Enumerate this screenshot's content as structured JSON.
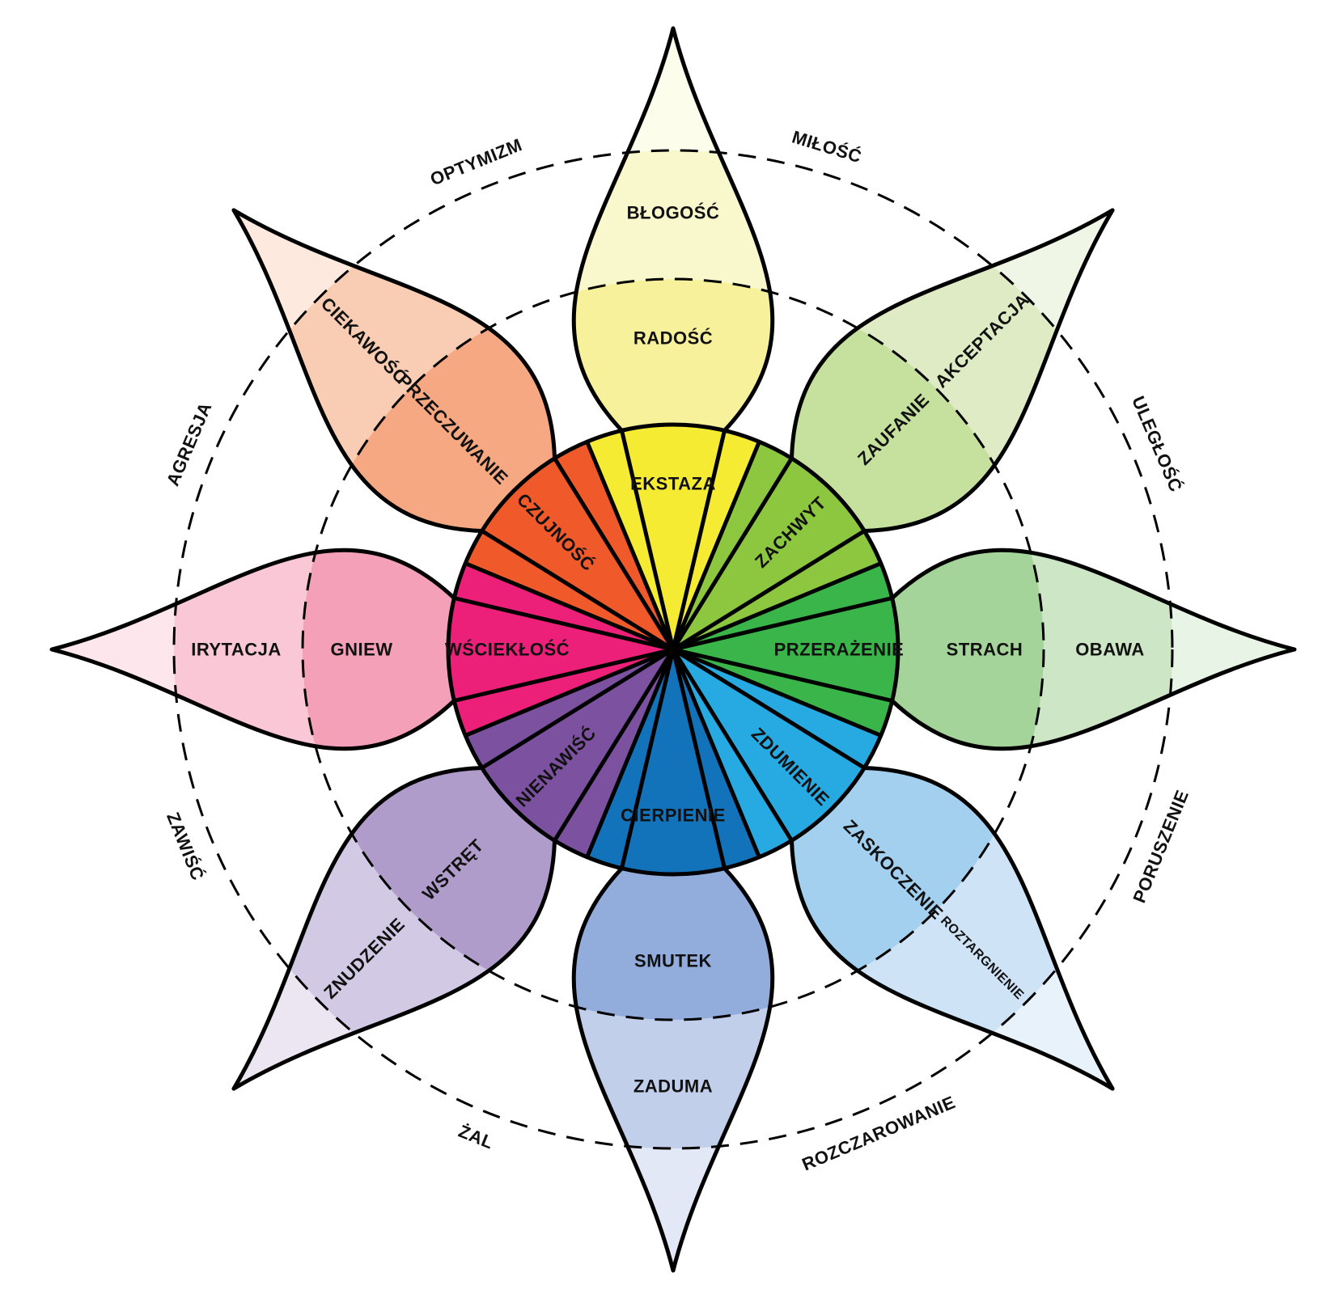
{
  "wheel": {
    "petals": [
      {
        "id": "joy",
        "core": "EKSTAZA",
        "mid": "RADOŚĆ",
        "outer": "BŁOGOŚĆ",
        "colors": [
          "#f5eb33",
          "#f6f19a",
          "#f9f8cc",
          "#fdfdec"
        ]
      },
      {
        "id": "trust",
        "core": "ZACHWYT",
        "mid": "ZAUFANIE",
        "outer": "AKCEPTACJA",
        "colors": [
          "#8dc63f",
          "#c6e09d",
          "#deebc5",
          "#eff6e5"
        ]
      },
      {
        "id": "fear",
        "core": "PRZERAŻENIE",
        "mid": "STRACH",
        "outer": "OBAWA",
        "colors": [
          "#39b54a",
          "#a5d49a",
          "#cde6c6",
          "#e8f4e5"
        ]
      },
      {
        "id": "surprise",
        "core": "ZDUMIENIE",
        "mid": "ZASKOCZENIE",
        "outer": "ROZTARGNIENIE",
        "colors": [
          "#27aae1",
          "#a2d0ee",
          "#cfe3f6",
          "#e8f2fb"
        ]
      },
      {
        "id": "sadness",
        "core": "CIERPIENIE",
        "mid": "SMUTEK",
        "outer": "ZADUMA",
        "colors": [
          "#1272ba",
          "#92acdb",
          "#c2cfeb",
          "#e3e8f6"
        ]
      },
      {
        "id": "disgust",
        "core": "NIENAWIŚĆ",
        "mid": "WSTRĘT",
        "outer": "ZNUDZENIE",
        "colors": [
          "#7c52a0",
          "#b09ccb",
          "#d2c9e4",
          "#ebe6f2"
        ]
      },
      {
        "id": "anger",
        "core": "WŚCIEKŁOŚĆ",
        "mid": "GNIEW",
        "outer": "IRYTACJA",
        "colors": [
          "#ec1f79",
          "#f4a0b9",
          "#f9c7d6",
          "#fde6ec"
        ]
      },
      {
        "id": "anticipation",
        "core": "CZUJNOŚĆ",
        "mid": "PRZECZUWANIE",
        "outer": "CIEKAWOŚĆ",
        "colors": [
          "#f05a2b",
          "#f6a883",
          "#f9cdb4",
          "#fde9de"
        ]
      }
    ],
    "dyads": [
      {
        "id": "love",
        "label": "MIŁOŚĆ"
      },
      {
        "id": "submission",
        "label": "ULEGŁOŚĆ"
      },
      {
        "id": "awe",
        "label": "PORUSZENIE"
      },
      {
        "id": "disapproval",
        "label": "ROZCZAROWANIE"
      },
      {
        "id": "remorse",
        "label": "ŻAL"
      },
      {
        "id": "contempt",
        "label": "ZAWIŚĆ"
      },
      {
        "id": "aggressiveness",
        "label": "AGRESJA"
      },
      {
        "id": "optimism",
        "label": "OPTYMIZM"
      }
    ]
  }
}
